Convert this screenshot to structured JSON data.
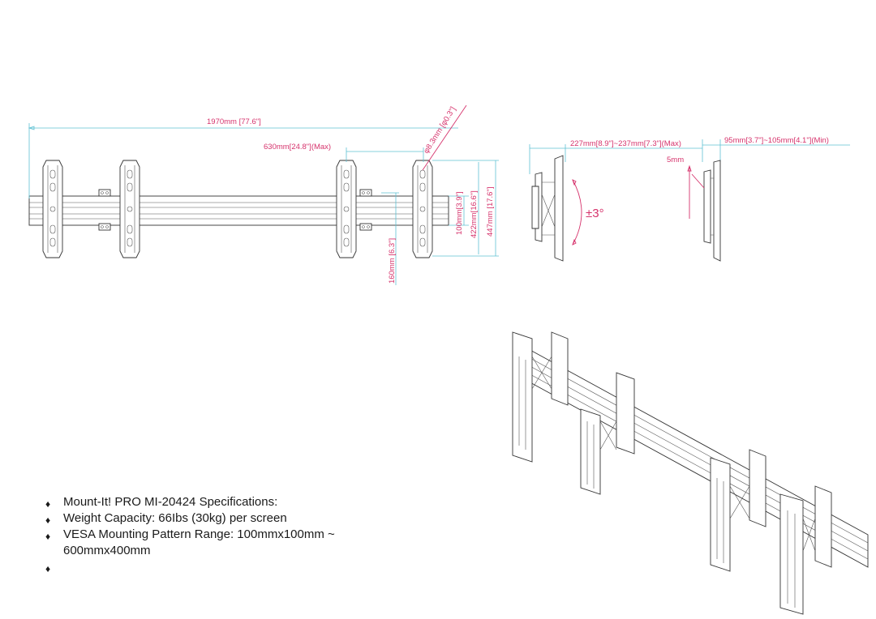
{
  "dimensions": {
    "overall_width": "1970mm [77.6\"]",
    "spacing_max": "630mm[24.8\"](Max)",
    "hole": "φ8.3mm [φ0.3\"]",
    "rail_height": "100mm[3.9\"]",
    "arm_height": "422mm[16.6\"]",
    "total_height": "447mm [17.6\"]",
    "offset": "160mm [6.3\"]",
    "depth_range": "227mm[8.9\"]~237mm[7.3\"](Max)",
    "min_depth": "95mm[3.7\"]~105mm[4.1\"](Min)",
    "push": "5mm",
    "tilt": "±3°"
  },
  "specs": {
    "items": [
      "Mount-It! PRO MI-20424 Specifications:",
      "Weight Capacity: 66Ibs (30kg) per screen",
      "VESA Mounting Pattern Range: 100mmx100mm ~ 600mmx400mm",
      ""
    ],
    "bullet": "♦"
  }
}
